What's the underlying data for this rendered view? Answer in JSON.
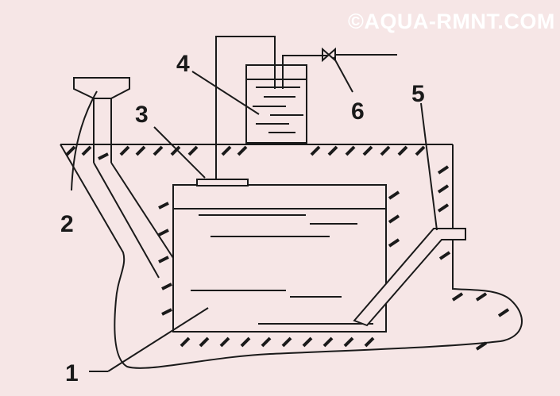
{
  "watermark": "©AQUA-RMNT.COM",
  "labels": {
    "l1": "1",
    "l2": "2",
    "l3": "3",
    "l4": "4",
    "l5": "5",
    "l6": "6"
  },
  "colors": {
    "background": "#f6e6e6",
    "ink": "#1a1a1a",
    "watermark": "#ffffff"
  }
}
